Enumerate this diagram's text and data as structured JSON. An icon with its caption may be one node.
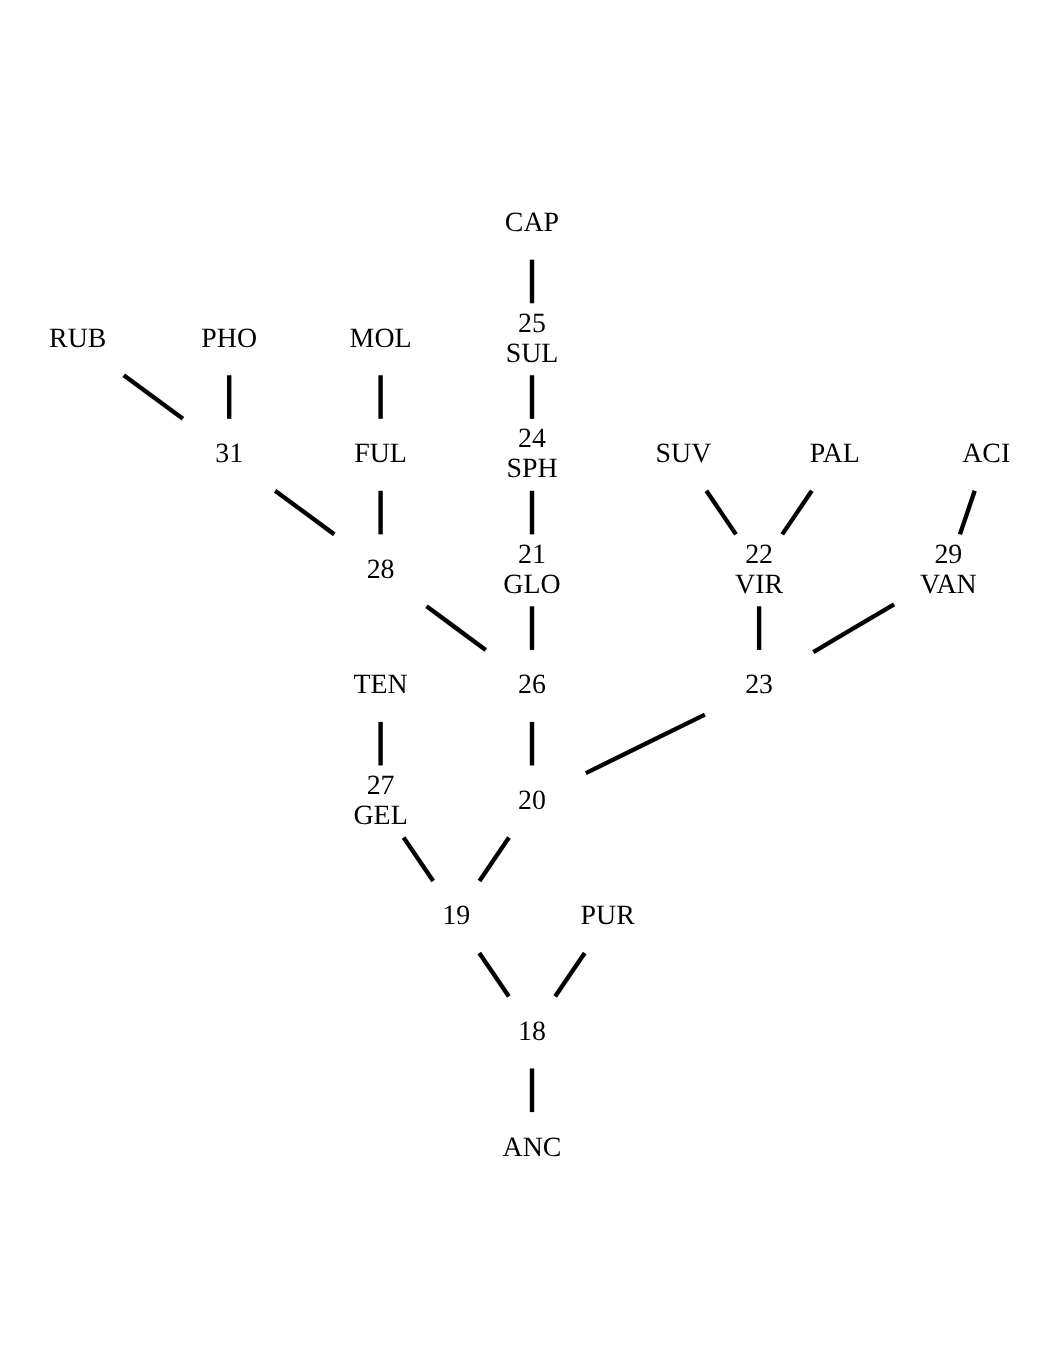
{
  "diagram": {
    "nodes": [
      {
        "text": [
          "RUB"
        ]
      },
      {
        "text": [
          "PHO"
        ]
      },
      {
        "text": [
          "31"
        ]
      },
      {
        "text": [
          "CAP"
        ]
      },
      {
        "text": [
          "25",
          "SUL"
        ]
      },
      {
        "text": [
          "MOL"
        ]
      },
      {
        "text": [
          "28"
        ]
      },
      {
        "text": [
          "FUL"
        ]
      },
      {
        "text": [
          "24",
          "SPH"
        ]
      },
      {
        "text": [
          "SUV"
        ]
      },
      {
        "text": [
          "PAL"
        ]
      },
      {
        "text": [
          "22",
          "VIR"
        ]
      },
      {
        "text": [
          "21",
          "GLO"
        ]
      },
      {
        "text": [
          "26"
        ]
      },
      {
        "text": [
          "23"
        ]
      },
      {
        "text": [
          "29",
          "VAN"
        ]
      },
      {
        "text": [
          "ACI"
        ]
      },
      {
        "text": [
          "27",
          "GEL"
        ]
      },
      {
        "text": [
          "TEN"
        ]
      },
      {
        "text": [
          "20"
        ]
      },
      {
        "text": [
          "19"
        ]
      },
      {
        "text": [
          "PUR"
        ]
      },
      {
        "text": [
          "18"
        ]
      },
      {
        "text": [
          "ANC"
        ]
      }
    ],
    "edges": [
      {
        "from": 23,
        "to": 22,
        "arrow": "none"
      },
      {
        "from": 22,
        "to": 20,
        "arrow": "none"
      },
      {
        "from": 20,
        "to": 19,
        "arrow": "none"
      },
      {
        "from": 19,
        "to": 13,
        "arrow": "none"
      },
      {
        "from": 13,
        "to": 6,
        "arrow": "none"
      },
      {
        "from": 6,
        "to": 2,
        "arrow": "none"
      },
      {
        "from": 2,
        "to": 0,
        "arrow": "none"
      },
      {
        "from": 22,
        "to": 21,
        "arrow": "none"
      },
      {
        "from": 20,
        "to": 17,
        "arrow": "none"
      },
      {
        "from": 17,
        "to": 18,
        "arrow": "none"
      },
      {
        "from": 19,
        "to": 14,
        "arrow": "none"
      },
      {
        "from": 14,
        "to": 11,
        "arrow": "none"
      },
      {
        "from": 11,
        "to": 9,
        "arrow": "none"
      },
      {
        "from": 11,
        "to": 10,
        "arrow": "none"
      },
      {
        "from": 14,
        "to": 15,
        "arrow": "none"
      },
      {
        "from": 15,
        "to": 16,
        "arrow": "none"
      },
      {
        "from": 13,
        "to": 12,
        "arrow": "none"
      },
      {
        "from": 12,
        "to": 8,
        "arrow": "none"
      },
      {
        "from": 8,
        "to": 4,
        "arrow": "none"
      },
      {
        "from": 4,
        "to": 3,
        "arrow": "none"
      },
      {
        "from": 6,
        "to": 7,
        "arrow": "none"
      },
      {
        "from": 7,
        "to": 5,
        "arrow": "none"
      },
      {
        "from": 2,
        "to": 1,
        "arrow": "none"
      }
    ]
  }
}
